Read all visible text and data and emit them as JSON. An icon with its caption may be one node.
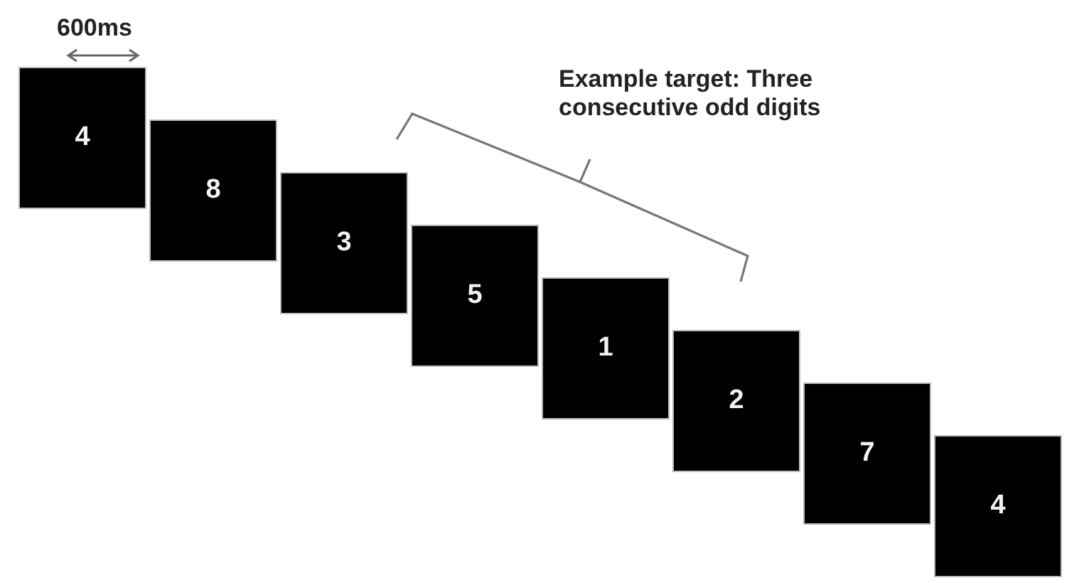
{
  "diagram": {
    "nodes": [
      {
        "text": [
          "4"
        ]
      },
      {
        "text": [
          "8"
        ]
      },
      {
        "text": [
          "3"
        ]
      },
      {
        "text": [
          "5"
        ]
      },
      {
        "text": [
          "1"
        ]
      },
      {
        "text": [
          "2"
        ]
      },
      {
        "text": [
          "7"
        ]
      },
      {
        "text": [
          "4"
        ]
      }
    ],
    "labels": [
      "600ms",
      "Example target: Three consecutive odd digits"
    ]
  }
}
